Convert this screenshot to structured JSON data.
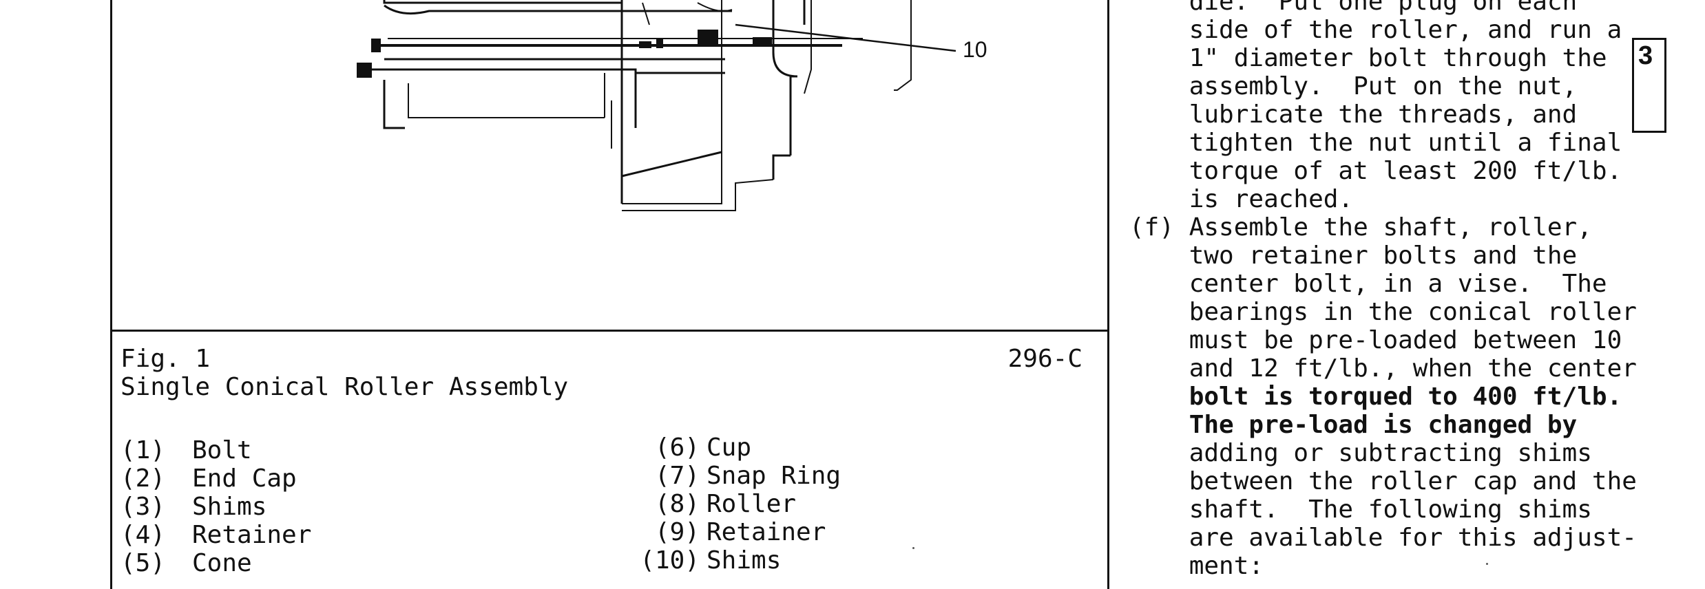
{
  "figure": {
    "callout": "10",
    "number": "Fig. 1",
    "title": "Single Conical Roller Assembly",
    "code": "296-C",
    "parts_left": [
      {
        "num": "(1)",
        "name": "Bolt"
      },
      {
        "num": "(2)",
        "name": "End Cap"
      },
      {
        "num": "(3)",
        "name": "Shims"
      },
      {
        "num": "(4)",
        "name": "Retainer"
      },
      {
        "num": "(5)",
        "name": "Cone"
      }
    ],
    "parts_right": [
      {
        "num": "(6)",
        "name": "Cup"
      },
      {
        "num": "(7)",
        "name": "Snap Ring"
      },
      {
        "num": "(8)",
        "name": "Roller"
      },
      {
        "num": "(9)",
        "name": "Retainer"
      },
      {
        "num": "(10)",
        "name": "Shims"
      }
    ]
  },
  "procedure": {
    "lines": [
      {
        "text": "    die.  Put one plug on each",
        "bold": false
      },
      {
        "text": "    side of the roller, and run a",
        "bold": false
      },
      {
        "text": "    1\" diameter bolt through the",
        "bold": false
      },
      {
        "text": "    assembly.  Put on the nut,",
        "bold": false
      },
      {
        "text": "    lubricate the threads, and",
        "bold": false
      },
      {
        "text": "    tighten the nut until a final",
        "bold": false
      },
      {
        "text": "    torque of at least 200 ft/lb.",
        "bold": false
      },
      {
        "text": "    is reached.",
        "bold": false
      },
      {
        "text": "(f) Assemble the shaft, roller,",
        "bold": false
      },
      {
        "text": "    two retainer bolts and the",
        "bold": false
      },
      {
        "text": "    center bolt, in a vise.  The",
        "bold": false
      },
      {
        "text": "    bearings in the conical roller",
        "bold": false
      },
      {
        "text": "    must be pre-loaded between 10",
        "bold": false
      },
      {
        "text": "    and 12 ft/lb., when the center",
        "bold": false
      },
      {
        "text": "    bolt is torqued to 400 ft/lb.",
        "bold": true
      },
      {
        "text": "    The pre-load is changed by",
        "bold": true
      },
      {
        "text": "    adding or subtracting shims",
        "bold": false
      },
      {
        "text": "    between the roller cap and the",
        "bold": false
      },
      {
        "text": "    shaft.  The following shims",
        "bold": false
      },
      {
        "text": "    are available for this adjust-",
        "bold": false
      },
      {
        "text": "    ment:",
        "bold": false
      }
    ]
  },
  "tab": {
    "label": "3"
  }
}
